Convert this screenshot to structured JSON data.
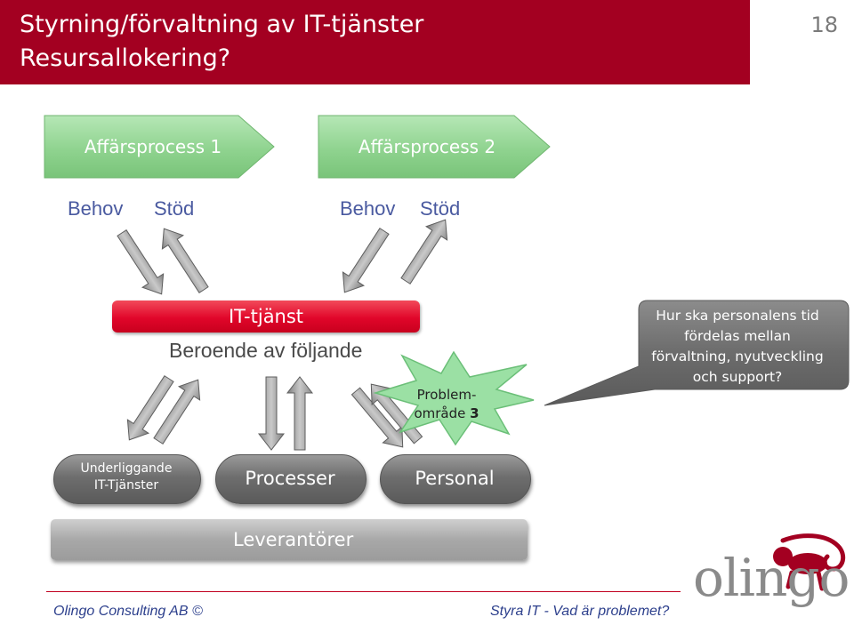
{
  "header": {
    "title_line1": "Styrning/förvaltning av IT-tjänster",
    "title_line2": "Resursallokering?",
    "slide_number": "18"
  },
  "processes": [
    {
      "label": "Affärsprocess 1"
    },
    {
      "label": "Affärsprocess 2"
    }
  ],
  "needs_labels": {
    "behov_1": "Behov",
    "stod_1": "Stöd",
    "behov_2": "Behov",
    "stod_2": "Stöd"
  },
  "it_service": {
    "title": "IT-tjänst",
    "dependency_text": "Beroende av följande"
  },
  "problem_burst": {
    "line1": "Problem-",
    "line2_prefix": "område ",
    "line2_number": "3"
  },
  "callout": {
    "text_line1": "Hur ska personalens tid",
    "text_line2": "fördelas mellan",
    "text_line3": "förvaltning, nyutveckling",
    "text_line4": "och support?"
  },
  "resources": [
    {
      "line1": "Underliggande",
      "line2": "IT-Tjänster"
    },
    {
      "label": "Processer"
    },
    {
      "label": "Personal"
    }
  ],
  "suppliers": {
    "label": "Leverantörer"
  },
  "footer": {
    "company": "Olingo Consulting AB ©",
    "presentation": "Styra IT - Vad är problemet?"
  },
  "logo": {
    "text": "olingo",
    "icon": "monkey-icon"
  },
  "colors": {
    "brand_red": "#a30021",
    "process_green": "#8ed28e",
    "it_red": "#e1062a",
    "pill_gray": "#6e6e6e",
    "burst_green": "#9be0a4"
  }
}
